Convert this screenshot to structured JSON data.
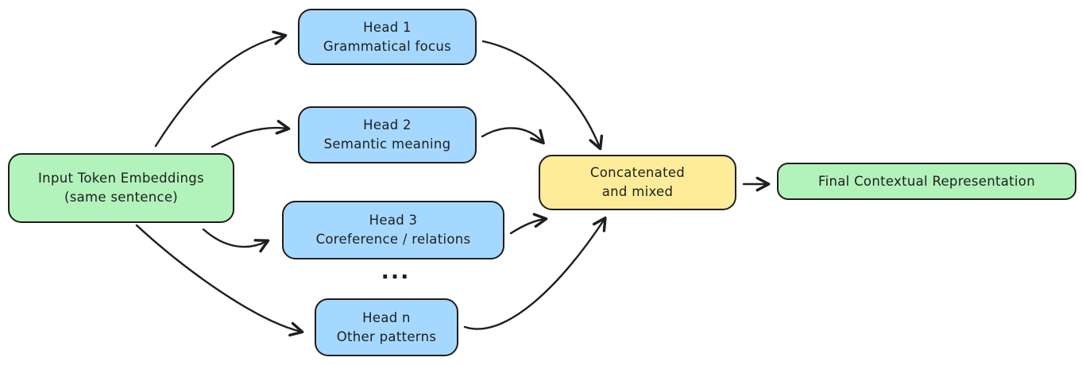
{
  "diagram": {
    "type": "flowchart",
    "topic": "multi-head attention: parallel heads concatenated into final representation"
  },
  "nodes": {
    "input": {
      "line1": "Input Token Embeddings",
      "line2": "(same sentence)"
    },
    "head1": {
      "line1": "Head 1",
      "line2": "Grammatical focus"
    },
    "head2": {
      "line1": "Head 2",
      "line2": "Semantic meaning"
    },
    "head3": {
      "line1": "Head 3",
      "line2": "Coreference / relations"
    },
    "head_n": {
      "line1": "Head n",
      "line2": "Other patterns"
    },
    "concat": {
      "line1": "Concatenated",
      "line2": "and mixed"
    },
    "final": {
      "line1": "Final Contextual Representation"
    }
  },
  "ellipsis": "...",
  "edges": [
    {
      "from": "input",
      "to": "head1"
    },
    {
      "from": "input",
      "to": "head2"
    },
    {
      "from": "input",
      "to": "head3"
    },
    {
      "from": "input",
      "to": "head_n"
    },
    {
      "from": "head1",
      "to": "concat"
    },
    {
      "from": "head2",
      "to": "concat"
    },
    {
      "from": "head3",
      "to": "concat"
    },
    {
      "from": "head_n",
      "to": "concat"
    },
    {
      "from": "concat",
      "to": "final"
    }
  ],
  "colors": {
    "node_green": "#b2f2bb",
    "node_blue": "#a5d8ff",
    "node_yellow": "#ffec99",
    "stroke": "#1e1e1e",
    "background": "#ffffff"
  }
}
